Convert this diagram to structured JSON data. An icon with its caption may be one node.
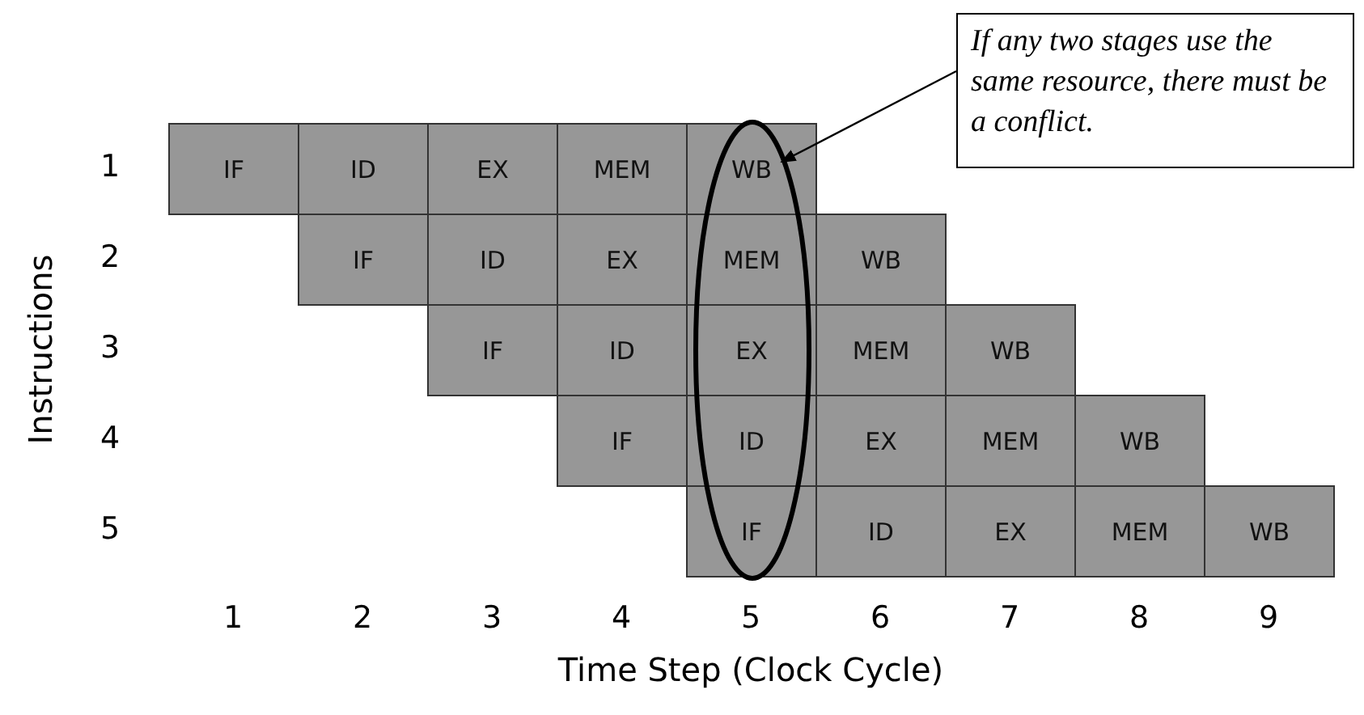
{
  "diagram": {
    "nodes": [
      {
        "text": [
          "IF"
        ]
      },
      {
        "text": [
          "ID"
        ]
      },
      {
        "text": [
          "EX"
        ]
      },
      {
        "text": [
          "MEM"
        ]
      },
      {
        "text": [
          "WB"
        ]
      },
      {
        "text": [
          "IF"
        ]
      },
      {
        "text": [
          "ID"
        ]
      },
      {
        "text": [
          "EX"
        ]
      },
      {
        "text": [
          "MEM"
        ]
      },
      {
        "text": [
          "WB"
        ]
      },
      {
        "text": [
          "IF"
        ]
      },
      {
        "text": [
          "ID"
        ]
      },
      {
        "text": [
          "EX"
        ]
      },
      {
        "text": [
          "MEM"
        ]
      },
      {
        "text": [
          "WB"
        ]
      },
      {
        "text": [
          "IF"
        ]
      },
      {
        "text": [
          "ID"
        ]
      },
      {
        "text": [
          "EX"
        ]
      },
      {
        "text": [
          "MEM"
        ]
      },
      {
        "text": [
          "WB"
        ]
      },
      {
        "text": [
          "IF"
        ]
      },
      {
        "text": [
          "ID"
        ]
      },
      {
        "text": [
          "EX"
        ]
      },
      {
        "text": [
          "MEM"
        ]
      },
      {
        "text": [
          "WB"
        ]
      },
      {
        "text": [],
        "shape": "ellipse"
      },
      {
        "text": [
          "If any two stages use the same resource, there must be a conflict."
        ]
      }
    ],
    "edges": [
      {
        "from": 26,
        "to": 25,
        "arrow": "to"
      }
    ],
    "labels": [
      "1",
      "2",
      "3",
      "4",
      "5",
      "Instructions",
      "1",
      "2",
      "3",
      "4",
      "5",
      "6",
      "7",
      "8",
      "9",
      "Time Step (Clock Cycle)"
    ]
  }
}
